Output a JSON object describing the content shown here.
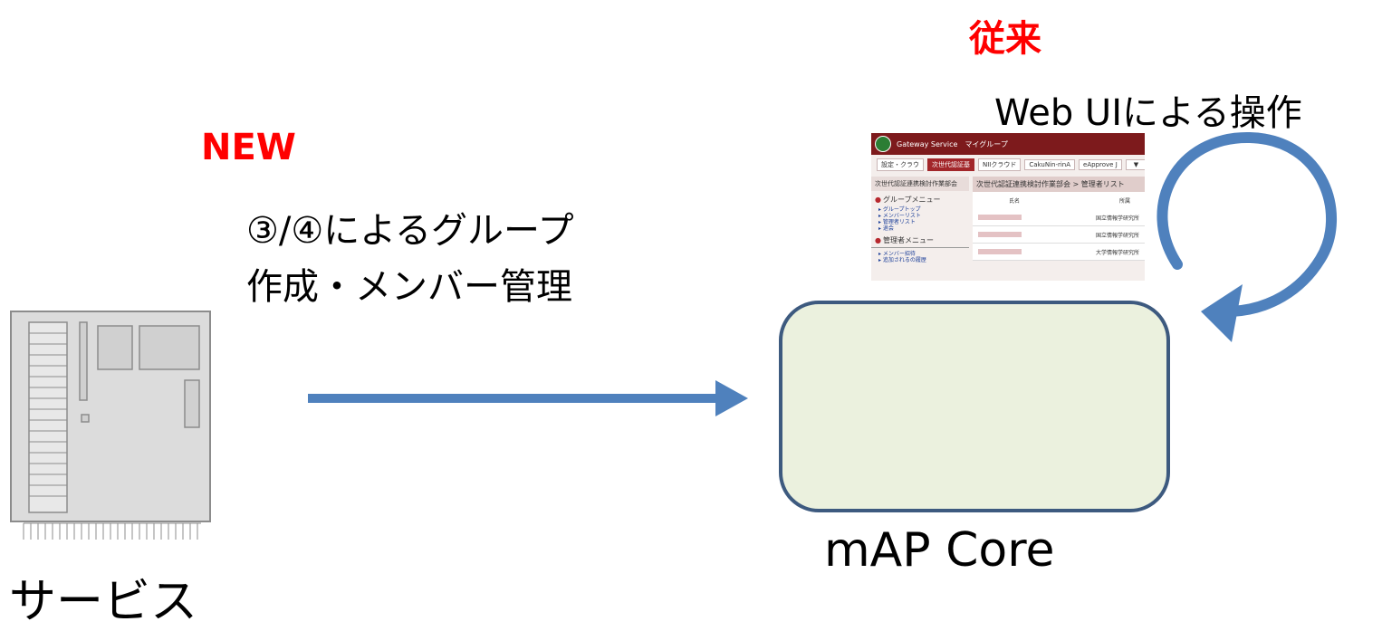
{
  "labels": {
    "conventional": "従来",
    "web_ui_op": "Web UIによる操作",
    "new": "NEW",
    "desc_line1": "③/④によるグループ",
    "desc_line2": "作成・メンバー管理",
    "service": "サービス",
    "map_core": "mAP Core"
  },
  "colors": {
    "highlight_red": "#ff0000",
    "arrow_blue": "#4f81bd",
    "core_fill": "#ebf1de",
    "core_border": "#3d5a7f",
    "server_fill": "#dcdcdc",
    "ui_header": "#7d1a1c"
  },
  "web_ui": {
    "app_title": "Gateway Service",
    "app_subtitle": "マイグループ",
    "tabs": [
      "設定・クラウ",
      "次世代認証基",
      "NIIクラウド",
      "CakuNin-rinA",
      "eApprove J",
      "▼"
    ],
    "side_header": "次世代認証連携検討作業部会",
    "group_menu_title": "グループメニュー",
    "group_menu_items": [
      "グループトップ",
      "メンバーリスト",
      "管理者リスト",
      "退会"
    ],
    "admin_menu_title": "管理者メニュー",
    "admin_menu_items": [
      "メンバー招待",
      "追加されるの履歴"
    ],
    "main_header": "次世代認証連携検討作業部会 > 管理者リスト",
    "col_name": "氏名",
    "col_org": "所属",
    "rows": [
      "国立情報学研究所",
      "国立情報学研究所",
      "大学情報学研究所"
    ]
  }
}
